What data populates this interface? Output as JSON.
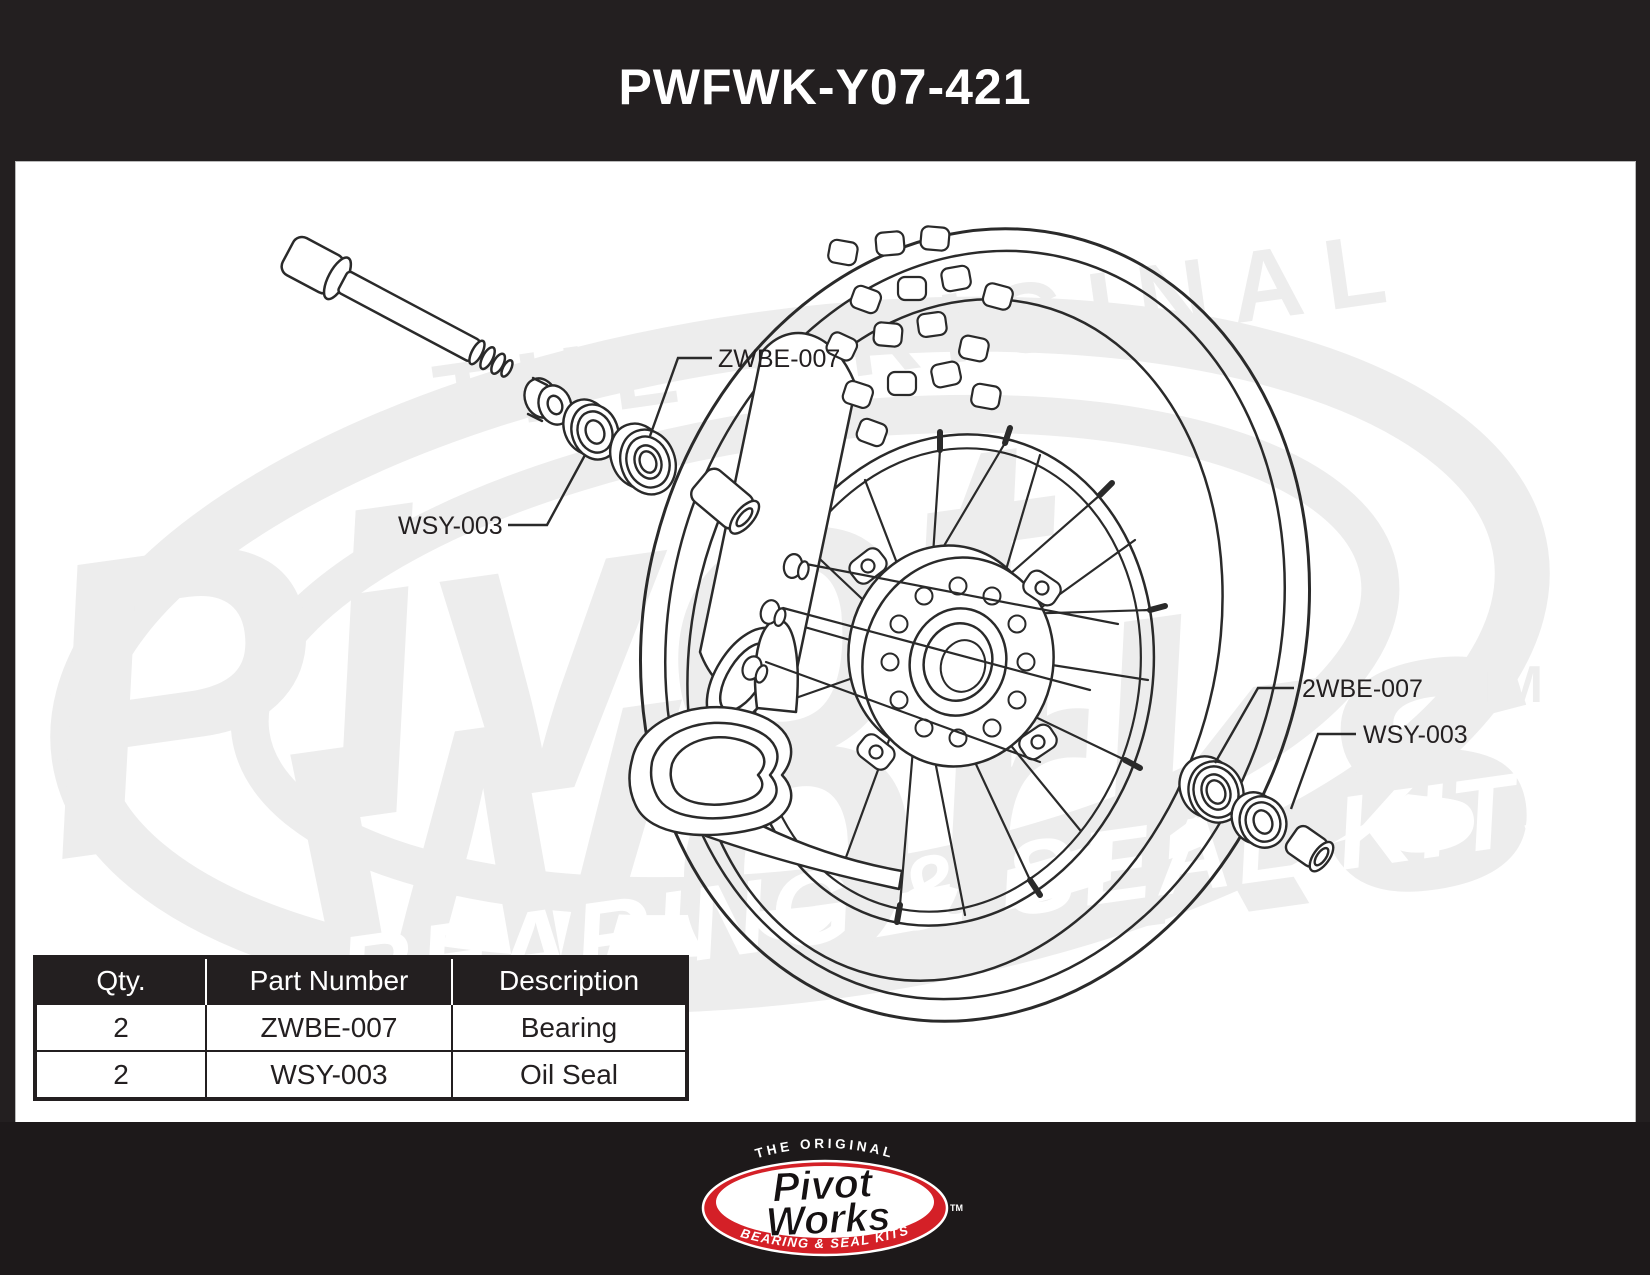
{
  "page": {
    "title": "PWFWK-Y07-421"
  },
  "diagram": {
    "callouts": [
      {
        "id": "bearing-top-left",
        "label": "ZWBE-007"
      },
      {
        "id": "oil-seal-left",
        "label": "WSY-003"
      },
      {
        "id": "bearing-right",
        "label": "2WBE-007"
      },
      {
        "id": "oil-seal-right",
        "label": "WSY-003"
      }
    ],
    "watermark": {
      "line_top": "THE ORIGINAL",
      "word1": "Pivot",
      "word2": "Works",
      "line_bottom": "BEARING & SEAL KITS",
      "trademark": "TM"
    }
  },
  "parts_table": {
    "headers": [
      "Qty.",
      "Part Number",
      "Description"
    ],
    "rows": [
      [
        "2",
        "ZWBE-007",
        "Bearing"
      ],
      [
        "2",
        "WSY-003",
        "Oil Seal"
      ]
    ]
  },
  "footer_logo": {
    "tagline_top": "THE ORIGINAL",
    "brand_line1": "Pivot",
    "brand_line2": "Works",
    "tagline_bottom": "BEARING & SEAL KITS",
    "trademark": "TM"
  },
  "colors": {
    "frame_black": "#231f20",
    "line_art": "#2a2a2a",
    "watermark_gray": "#ededed",
    "logo_red": "#d42027",
    "white": "#ffffff"
  }
}
